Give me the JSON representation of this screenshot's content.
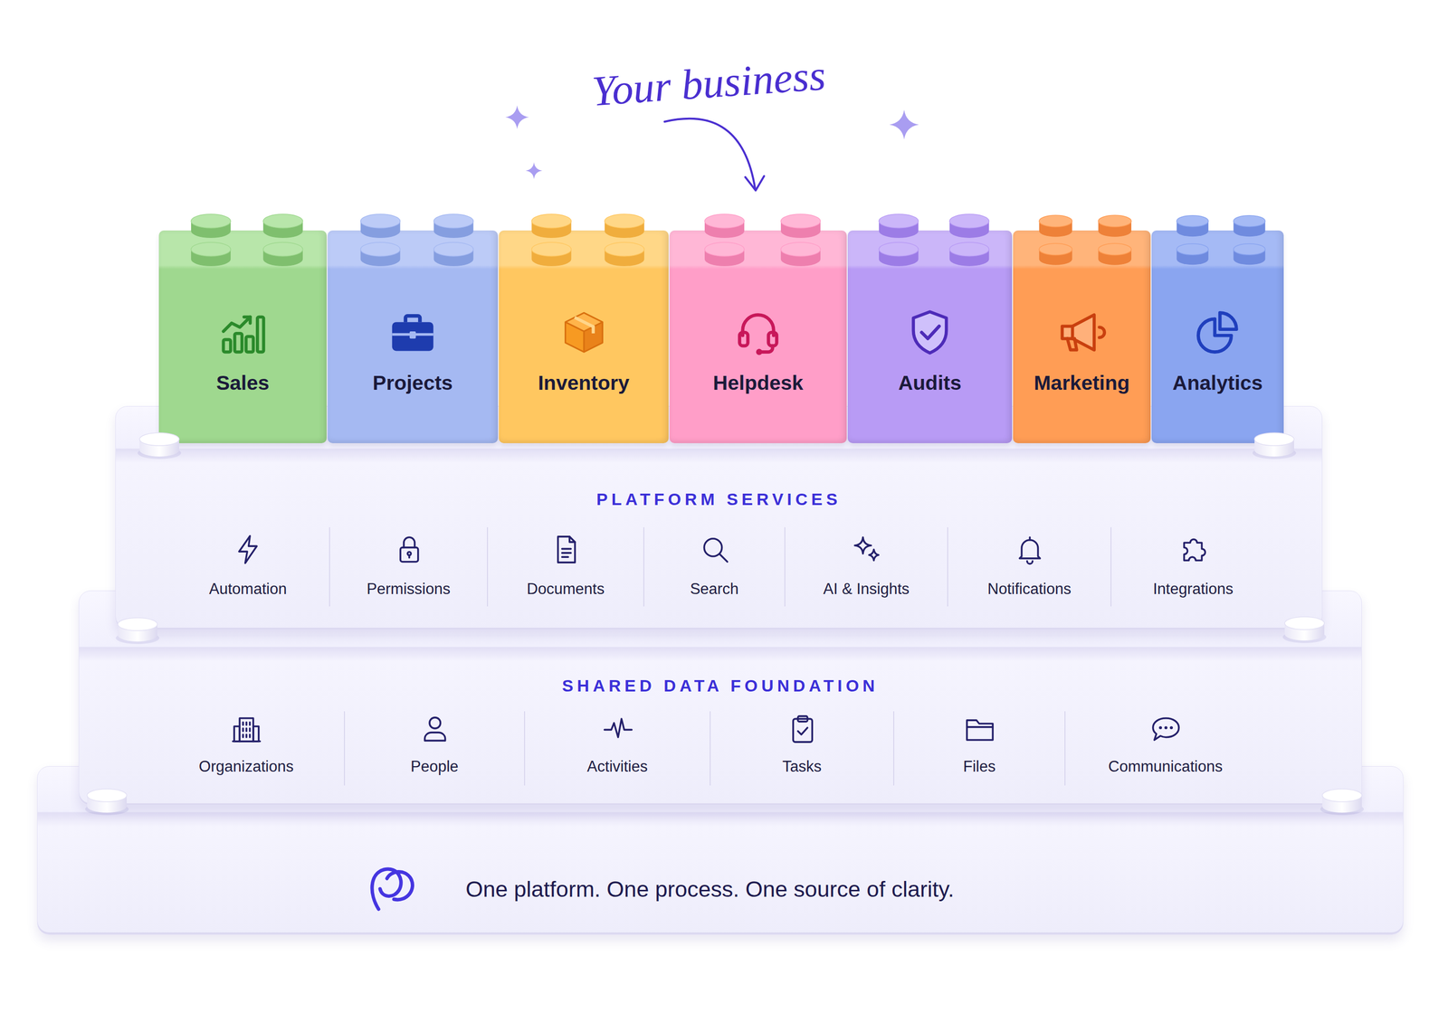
{
  "diagram": {
    "nodes": [
      {
        "text": [
          "Sales"
        ]
      },
      {
        "text": [
          "Projects"
        ]
      },
      {
        "text": [
          "Inventory"
        ]
      },
      {
        "text": [
          "Helpdesk"
        ]
      },
      {
        "text": [
          "Audits"
        ]
      },
      {
        "text": [
          "Marketing"
        ]
      },
      {
        "text": [
          "Analytics"
        ]
      },
      {
        "text": [
          "PLATFORM SERVICES"
        ]
      },
      {
        "text": [
          "Automation"
        ],
        "in": 7
      },
      {
        "text": [
          "Permissions"
        ],
        "in": 7
      },
      {
        "text": [
          "Documents"
        ],
        "in": 7
      },
      {
        "text": [
          "Search"
        ],
        "in": 7
      },
      {
        "text": [
          "AI & Insights"
        ],
        "in": 7
      },
      {
        "text": [
          "Notifications"
        ],
        "in": 7
      },
      {
        "text": [
          "Integrations"
        ],
        "in": 7
      },
      {
        "text": [
          "SHARED DATA FOUNDATION"
        ]
      },
      {
        "text": [
          "Organizations"
        ],
        "in": 15
      },
      {
        "text": [
          "People"
        ],
        "in": 15
      },
      {
        "text": [
          "Activities"
        ],
        "in": 15
      },
      {
        "text": [
          "Tasks"
        ],
        "in": 15
      },
      {
        "text": [
          "Files"
        ],
        "in": 15
      },
      {
        "text": [
          "Communications"
        ],
        "in": 15
      },
      {
        "text": [
          "One platform. One process. One source of clarity."
        ]
      }
    ],
    "labels": [
      "Your business"
    ]
  }
}
